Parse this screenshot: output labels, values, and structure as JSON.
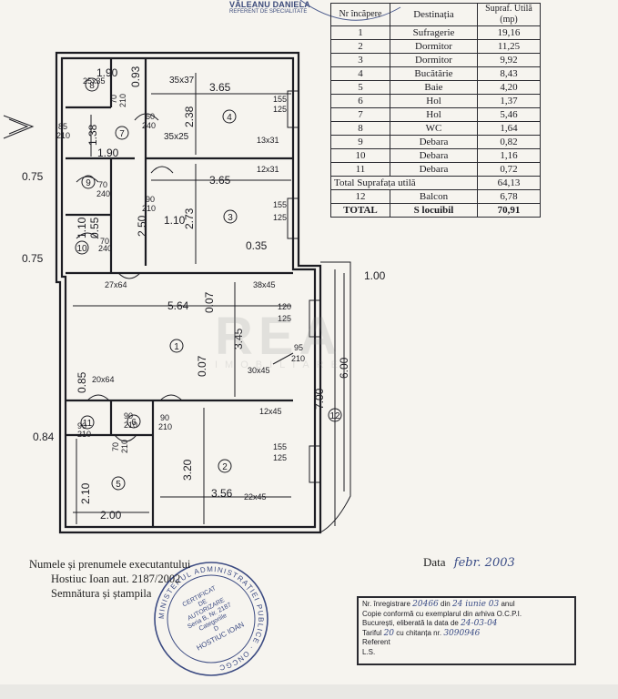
{
  "header_stamp": {
    "name": "VĂLEANU DANIELA",
    "role": "REFERENT DE SPECIALITATE"
  },
  "room_table": {
    "headers": [
      "Nr încăpere",
      "Destinația",
      "Supraf. Utilă (mp)"
    ],
    "rows": [
      [
        "1",
        "Sufragerie",
        "19,16"
      ],
      [
        "2",
        "Dormitor",
        "11,25"
      ],
      [
        "3",
        "Dormitor",
        "9,92"
      ],
      [
        "4",
        "Bucătărie",
        "8,43"
      ],
      [
        "5",
        "Baie",
        "4,20"
      ],
      [
        "6",
        "Hol",
        "1,37"
      ],
      [
        "7",
        "Hol",
        "5,46"
      ],
      [
        "8",
        "WC",
        "1,64"
      ],
      [
        "9",
        "Debara",
        "0,82"
      ],
      [
        "10",
        "Debara",
        "1,16"
      ],
      [
        "11",
        "Debara",
        "0,72"
      ]
    ],
    "total_util_label": "Total Suprafața utilă",
    "total_util_value": "64,13",
    "balcon_nr": "12",
    "balcon_label": "Balcon",
    "balcon_value": "6,78",
    "total_label": "TOTAL",
    "total_mid": "S locuibil",
    "total_value": "70,91"
  },
  "plan": {
    "room_numbers": [
      "1",
      "2",
      "3",
      "4",
      "5",
      "6",
      "7",
      "8",
      "9",
      "10",
      "11",
      "12"
    ],
    "dims": {
      "d190a": "1.90",
      "d093": "0.93",
      "d25x35": "25x35",
      "d35x37": "35x37",
      "d365a": "3.65",
      "d155a": "155",
      "d125a": "125",
      "d238": "2.38",
      "d70_1": "70",
      "d210_1": "210",
      "d138": "1.38",
      "d85": "85",
      "d210_2": "210",
      "d60": "60",
      "d240a": "240",
      "d35x25": "35x25",
      "d13x31": "13x31",
      "d190b": "1.90",
      "d12x31": "12x31",
      "d075a": "0.75",
      "d365b": "3.65",
      "d70_2": "70",
      "d240b": "240",
      "d90a": "90",
      "d210_3": "210",
      "d273": "2.73",
      "d155b": "155",
      "d125b": "125",
      "d110a": "1.10",
      "d250": "2.50",
      "d110b": "1.10",
      "d055": "0.55",
      "d70_3": "70",
      "d240c": "240",
      "d035": "0.35",
      "d075b": "0.75",
      "d90b": "90",
      "d210_4": "210",
      "d27x64": "27x64",
      "d38x45": "38x45",
      "d100": "1.00",
      "d564": "5.64",
      "d007a": "0.07",
      "d120": "120",
      "d125c": "125",
      "d345": "3.45",
      "d95": "95",
      "d210_5": "210",
      "d085": "0.85",
      "d20x64": "20x64",
      "d007b": "0.07",
      "d30x45": "30x45",
      "d600": "6.00",
      "d90c": "90",
      "d210_6": "210",
      "d90d": "90",
      "d210_7": "210",
      "d700": "7.00",
      "d12x45": "12x45",
      "d084": "0.84",
      "d155c": "155",
      "d125d": "125",
      "d70_4": "70",
      "d210_8": "210",
      "d320": "3.20",
      "d210m": "2.10",
      "d200": "2.00",
      "d356": "3.56",
      "d22x45": "22x45"
    }
  },
  "signature": {
    "line1": "Numele și prenumele executantului",
    "line2": "Hostiuc Ioan aut. 2187/2002",
    "line3": "Semnătura și ștampila"
  },
  "date": {
    "label": "Data",
    "value": "febr. 2003"
  },
  "stamp_round": {
    "ring": "MINISTERUL ADMINISTRAȚIEI PUBLICE · ONCGC",
    "l1": "CERTIFICAT",
    "l2": "DE",
    "l3": "AUTORIZARE",
    "l4": "Seria B, Nr. 2187",
    "l5": "Categoriile",
    "l6": "D",
    "l7": "HOSTIUC IOAN"
  },
  "registration": {
    "l1": "Nr. înregistrare",
    "l1_hw": "20466",
    "l1_b": "din",
    "l1_hw2": "24 iunie 03",
    "l1_c": "anul",
    "l2": "Copie conformă cu exemplarul din arhiva O.C.P.I.",
    "l3": "București, eliberată la data de",
    "l3_hw": "24-03-04",
    "l4": "Tariful",
    "l4_hw": "20",
    "l4_b": "cu chitanța nr.",
    "l4_hw2": "3090946",
    "l5": "Referent",
    "l6": "L.S."
  },
  "watermark": {
    "big": "REA",
    "small": "IMOBILIARE"
  }
}
